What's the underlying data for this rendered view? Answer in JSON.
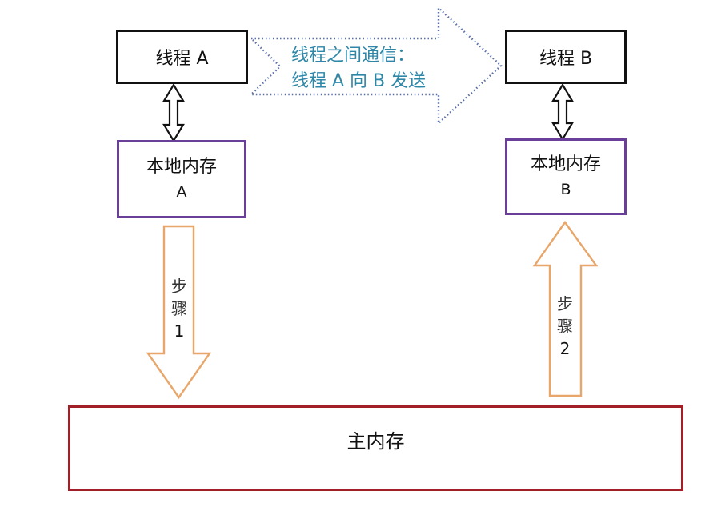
{
  "diagram": {
    "thread_a": {
      "label": "线程 A"
    },
    "thread_b": {
      "label": "线程 B"
    },
    "local_memory_a": {
      "line1": "本地内存",
      "line2": "A"
    },
    "local_memory_b": {
      "line1": "本地内存",
      "line2": "B"
    },
    "communication": {
      "line1": "线程之间通信：",
      "line2": "线程 A 向 B 发送"
    },
    "step1": {
      "line1": "步",
      "line2": "骤",
      "line3": "1"
    },
    "step2": {
      "line1": "步",
      "line2": "骤",
      "line3": "2"
    },
    "main_memory": {
      "label": "主内存"
    },
    "colors": {
      "thread_border": "#111111",
      "local_memory_border": "#6a3f9a",
      "main_memory_border": "#a31f27",
      "step_arrow": "#e8a66a",
      "communication_arrow": "#5a6fa8",
      "communication_text": "#2f87a8"
    }
  }
}
